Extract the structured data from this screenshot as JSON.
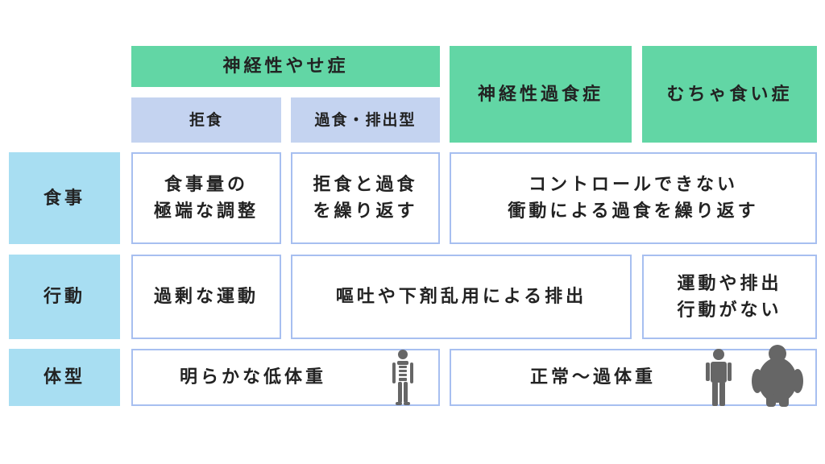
{
  "header": {
    "anorexia": "神経性やせ症",
    "restrict": "拒食",
    "binge_purge": "過食・排出型",
    "bulimia": "神経性過食症",
    "binge_eating": "むちゃ食い症"
  },
  "rows": {
    "eating": "食事",
    "behavior": "行動",
    "body": "体型"
  },
  "cells": {
    "eating_restrict": [
      "食事量の",
      "極端な調整"
    ],
    "eating_binge_purge": [
      "拒食と過食",
      "を繰り返す"
    ],
    "eating_other": [
      "コントロールできない",
      "衝動による過食を繰り返す"
    ],
    "behavior_restrict": "過剰な運動",
    "behavior_purge": "嘔吐や下剤乱用による排出",
    "behavior_binge": [
      "運動や排出",
      "行動がない"
    ],
    "body_anorexia": "明らかな低体重",
    "body_other": "正常～過体重"
  },
  "icons": {
    "thin": "thin-person-icon",
    "normal": "normal-person-icon",
    "overweight": "overweight-person-icon"
  },
  "colors": {
    "header_green": "#62d6a5",
    "subheader_blue": "#c4d3f0",
    "row_label": "#a8def2",
    "cell_border": "#a7bff0",
    "icon": "#666666"
  }
}
